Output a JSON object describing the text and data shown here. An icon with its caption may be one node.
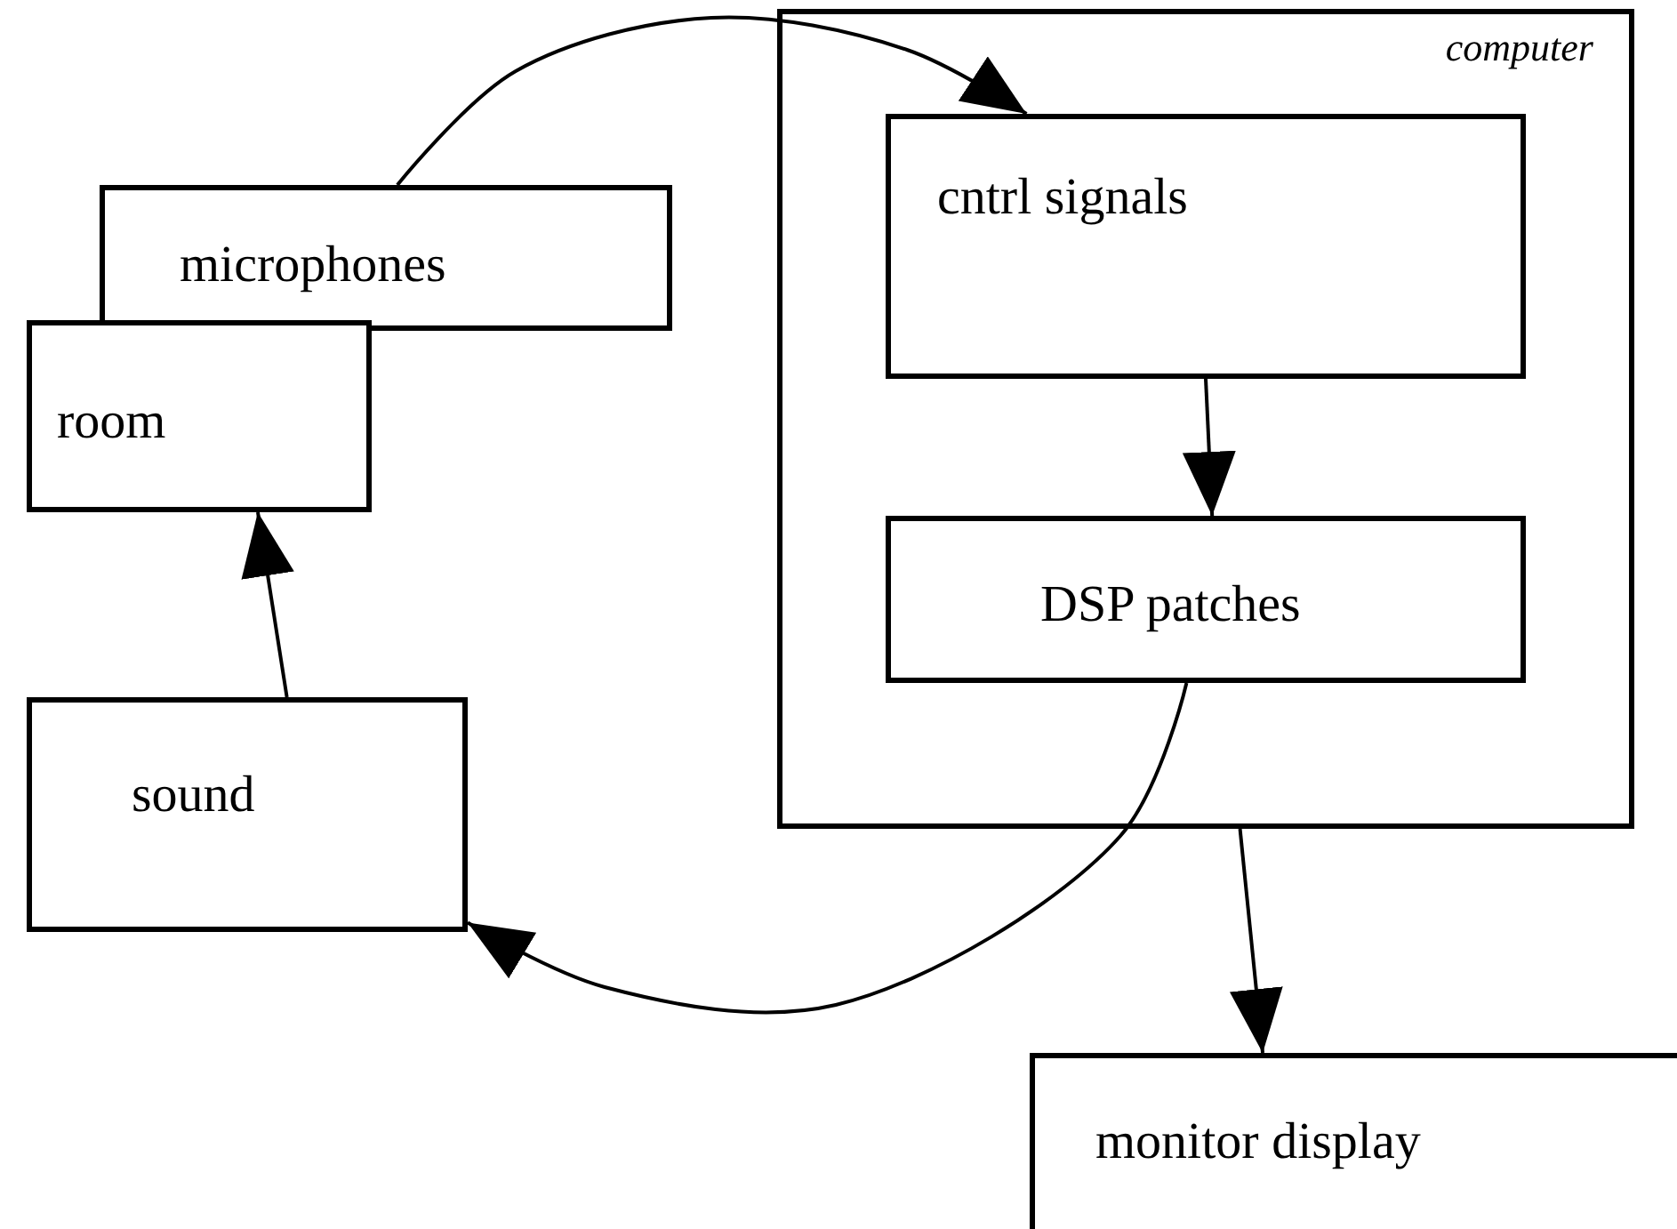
{
  "diagram": {
    "nodes": [
      {
        "text": [
          "computer"
        ]
      },
      {
        "text": [
          "cntrl signals"
        ],
        "in": 0
      },
      {
        "text": [
          "DSP patches"
        ],
        "in": 0
      },
      {
        "text": [
          "microphones"
        ]
      },
      {
        "text": [
          "room"
        ]
      },
      {
        "text": [
          "sound"
        ]
      },
      {
        "text": [
          "monitor display"
        ]
      }
    ],
    "edges": [
      {
        "from": 3,
        "to": 1,
        "arrow": "to"
      },
      {
        "from": 1,
        "to": 2,
        "arrow": "to"
      },
      {
        "from": 2,
        "to": 5,
        "arrow": "to"
      },
      {
        "from": 5,
        "to": 4,
        "arrow": "to"
      },
      {
        "from": 0,
        "to": 6,
        "arrow": "to"
      }
    ]
  }
}
